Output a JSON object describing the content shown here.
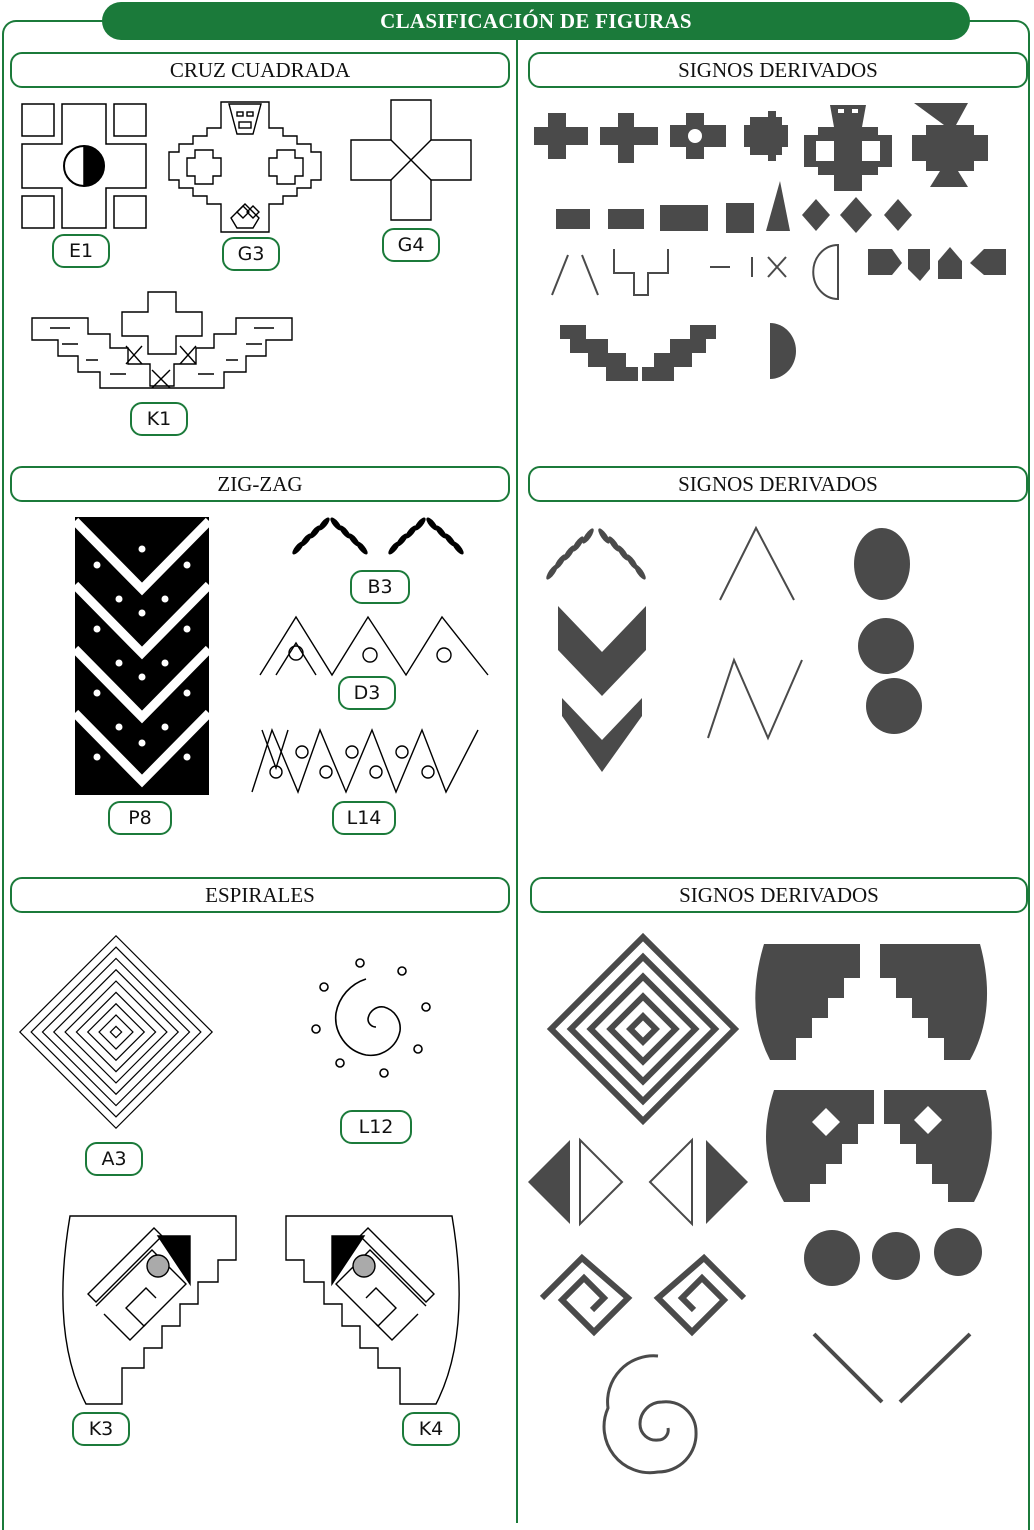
{
  "title": "CLASIFICACIÓN DE FIGURAS",
  "colors": {
    "brand_green": "#1b7a3a",
    "sign_gray": "#4a4a4a",
    "line_black": "#000000"
  },
  "sections": {
    "cruz": {
      "heading": "CRUZ CUADRADA",
      "derived_heading": "SIGNOS DERIVADOS",
      "labels": [
        "E1",
        "G3",
        "G4",
        "K1"
      ]
    },
    "zigzag": {
      "heading": "ZIG-ZAG",
      "derived_heading": "SIGNOS DERIVADOS",
      "labels": [
        "B3",
        "D3",
        "L14",
        "P8"
      ]
    },
    "espirales": {
      "heading": "ESPIRALES",
      "derived_heading": "SIGNOS DERIVADOS",
      "labels": [
        "A3",
        "L12",
        "K3",
        "K4"
      ]
    }
  }
}
